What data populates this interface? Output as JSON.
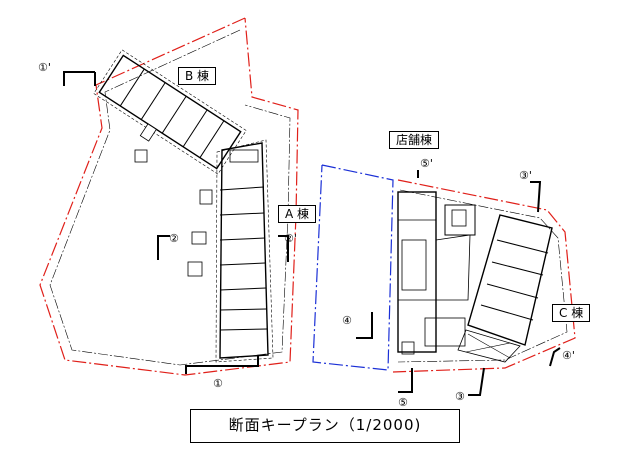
{
  "buildings": {
    "b": "B 棟",
    "a": "A 棟",
    "shop": "店舗棟",
    "c": "C 棟"
  },
  "section_marks": {
    "m1p": "①'",
    "m1": "①",
    "m2l": "②",
    "m2r": "②'",
    "m3p": "③'",
    "m3": "③",
    "m4": "④",
    "m4p": "④'",
    "m5p": "⑤'",
    "m5": "⑤"
  },
  "caption": "断面キープラン（1/2000)",
  "colors": {
    "site_boundary": "#e0201a",
    "blue_boundary": "#1a2fd6",
    "linework": "#000000"
  }
}
